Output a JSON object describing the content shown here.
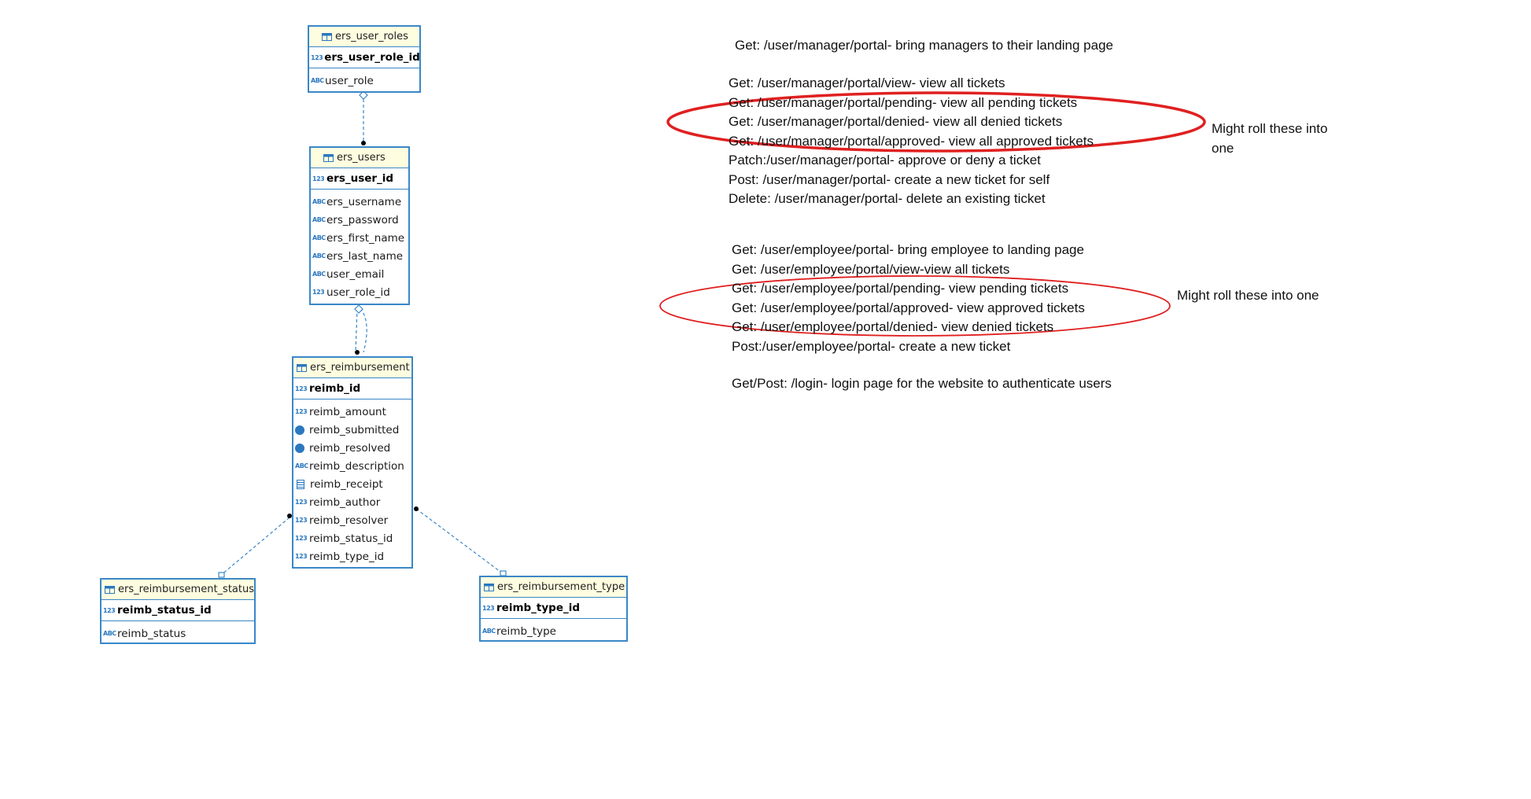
{
  "tables": {
    "user_roles": {
      "name": "ers_user_roles",
      "pk": "ers_user_role_id",
      "pk_icon": "123",
      "columns": [
        {
          "icon": "ABC",
          "name": "user_role"
        }
      ]
    },
    "users": {
      "name": "ers_users",
      "pk": "ers_user_id",
      "pk_icon": "123",
      "columns": [
        {
          "icon": "ABC",
          "name": "ers_username"
        },
        {
          "icon": "ABC",
          "name": "ers_password"
        },
        {
          "icon": "ABC",
          "name": "ers_first_name"
        },
        {
          "icon": "ABC",
          "name": "ers_last_name"
        },
        {
          "icon": "ABC",
          "name": "user_email"
        },
        {
          "icon": "123",
          "name": "user_role_id"
        }
      ]
    },
    "reimbursement": {
      "name": "ers_reimbursement",
      "pk": "reimb_id",
      "pk_icon": "123",
      "columns": [
        {
          "icon": "123",
          "name": "reimb_amount"
        },
        {
          "icon": "clock-icon",
          "name": "reimb_submitted"
        },
        {
          "icon": "clock-icon",
          "name": "reimb_resolved"
        },
        {
          "icon": "ABC",
          "name": "reimb_description"
        },
        {
          "icon": "document-icon",
          "name": "reimb_receipt"
        },
        {
          "icon": "123",
          "name": "reimb_author"
        },
        {
          "icon": "123",
          "name": "reimb_resolver"
        },
        {
          "icon": "123",
          "name": "reimb_status_id"
        },
        {
          "icon": "123",
          "name": "reimb_type_id"
        }
      ]
    },
    "status": {
      "name": "ers_reimbursement_status",
      "pk": "reimb_status_id",
      "pk_icon": "123",
      "columns": [
        {
          "icon": "ABC",
          "name": "reimb_status"
        }
      ]
    },
    "type": {
      "name": "ers_reimbursement_type",
      "pk": "reimb_type_id",
      "pk_icon": "123",
      "columns": [
        {
          "icon": "ABC",
          "name": "reimb_type"
        }
      ]
    }
  },
  "manager_notes": {
    "landing": "Get: /user/manager/portal- bring managers to their landing page",
    "lines": [
      "Get: /user/manager/portal/view- view all tickets",
      "Get: /user/manager/portal/pending- view all pending tickets",
      "Get: /user/manager/portal/denied- view all denied tickets",
      "Get: /user/manager/portal/approved- view all approved tickets",
      "Patch:/user/manager/portal- approve or deny a ticket",
      "Post: /user/manager/portal- create a new ticket for self",
      "Delete: /user/manager/portal- delete an existing ticket"
    ],
    "annotation_line1": "Might roll these into",
    "annotation_line2": "one"
  },
  "employee_notes": {
    "lines": [
      "Get: /user/employee/portal- bring employee to landing page",
      "Get: /user/employee/portal/view-view all tickets",
      "Get: /user/employee/portal/pending- view pending tickets",
      "Get: /user/employee/portal/approved- view approved tickets",
      "Get: /user/employee/portal/denied- view denied tickets",
      "Post:/user/employee/portal- create a new ticket"
    ],
    "annotation": "Might roll these into one",
    "login": "Get/Post: /login- login page for the website to authenticate users"
  },
  "colors": {
    "table_border": "#3a87c8",
    "header_bg": "#fffde0",
    "highlight_circle": "#e02020"
  }
}
